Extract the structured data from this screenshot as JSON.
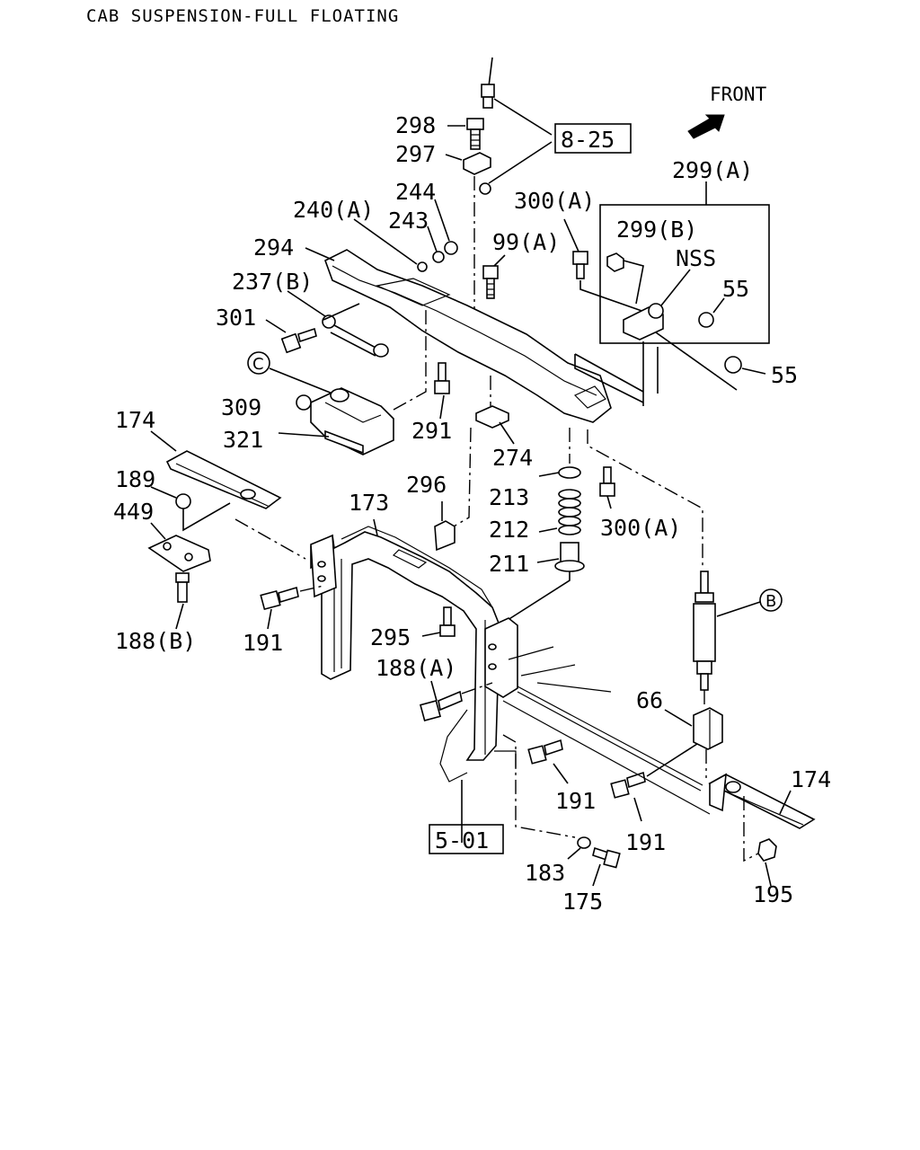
{
  "title": "CAB SUSPENSION-FULL FLOATING",
  "front_label": "FRONT",
  "labels": {
    "p298": "298",
    "p297": "297",
    "p8_25": "8-25",
    "p244": "244",
    "p243": "243",
    "p240a": "240(A)",
    "p294": "294",
    "p237b": "237(B)",
    "p301": "301",
    "p99a": "99(A)",
    "p300a_top": "300(A)",
    "p299a": "299(A)",
    "p299b": "299(B)",
    "nss": "NSS",
    "p55_inner": "55",
    "p55_outer": "55",
    "c_mark": "C",
    "p309": "309",
    "p321": "321",
    "p291": "291",
    "p274": "274",
    "p174_left": "174",
    "p189": "189",
    "p449": "449",
    "p188b": "188(B)",
    "p296": "296",
    "p213": "213",
    "p212": "212",
    "p211": "211",
    "p300a_mid": "300(A)",
    "p173": "173",
    "p191_a": "191",
    "p295": "295",
    "p188a": "188(A)",
    "b_mark": "B",
    "p66": "66",
    "p191_b": "191",
    "p191_c": "191",
    "p174_right": "174",
    "p5_01": "5-01",
    "p183": "183",
    "p175": "175",
    "p195": "195"
  }
}
